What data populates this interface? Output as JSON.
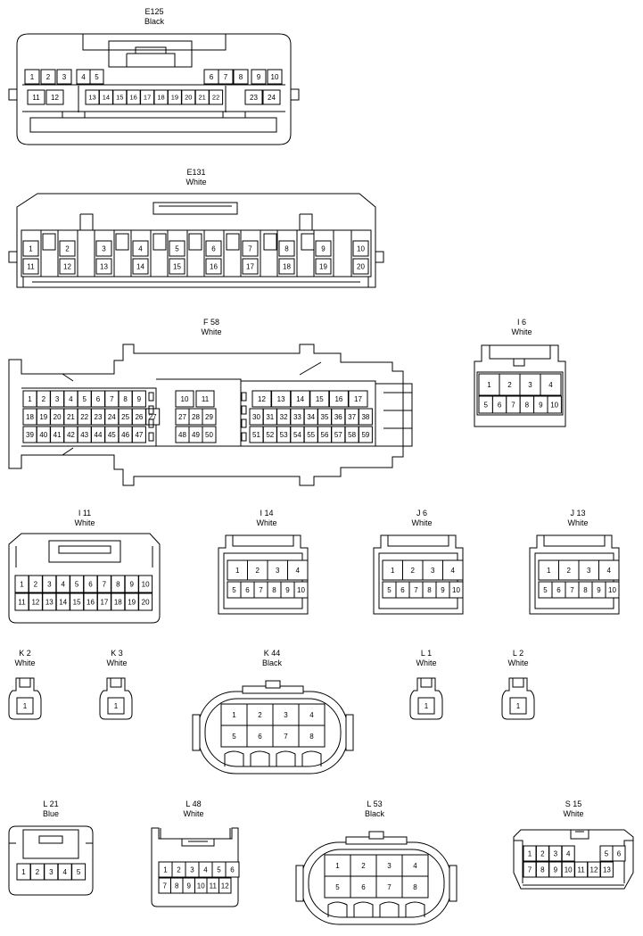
{
  "connectors": [
    {
      "id": "E125",
      "code": "E125",
      "color": "Black",
      "pins": [
        "1",
        "2",
        "3",
        "4",
        "5",
        "6",
        "7",
        "8",
        "9",
        "10",
        "11",
        "12",
        "13",
        "14",
        "15",
        "16",
        "17",
        "18",
        "19",
        "20",
        "21",
        "22",
        "23",
        "24"
      ]
    },
    {
      "id": "E131",
      "code": "E131",
      "color": "White",
      "pins": [
        "1",
        "2",
        "3",
        "4",
        "5",
        "6",
        "7",
        "8",
        "9",
        "10",
        "11",
        "12",
        "13",
        "14",
        "15",
        "16",
        "17",
        "18",
        "19",
        "20"
      ]
    },
    {
      "id": "F58",
      "code": "F 58",
      "color": "White",
      "pins": [
        "1",
        "2",
        "3",
        "4",
        "5",
        "6",
        "7",
        "8",
        "9",
        "10",
        "11",
        "12",
        "13",
        "14",
        "15",
        "16",
        "17",
        "18",
        "19",
        "20",
        "21",
        "22",
        "23",
        "24",
        "25",
        "26",
        "27",
        "28",
        "29",
        "30",
        "31",
        "32",
        "33",
        "34",
        "35",
        "36",
        "37",
        "38",
        "39",
        "40",
        "41",
        "42",
        "43",
        "44",
        "45",
        "46",
        "47",
        "48",
        "49",
        "50",
        "51",
        "52",
        "53",
        "54",
        "55",
        "56",
        "57",
        "58",
        "59"
      ]
    },
    {
      "id": "I6",
      "code": "I 6",
      "color": "White",
      "pins": [
        "1",
        "2",
        "3",
        "4",
        "5",
        "6",
        "7",
        "8",
        "9",
        "10"
      ]
    },
    {
      "id": "I11",
      "code": "I 11",
      "color": "White",
      "pins": [
        "1",
        "2",
        "3",
        "4",
        "5",
        "6",
        "7",
        "8",
        "9",
        "10",
        "11",
        "12",
        "13",
        "14",
        "15",
        "16",
        "17",
        "18",
        "19",
        "20"
      ]
    },
    {
      "id": "I14",
      "code": "I 14",
      "color": "White",
      "pins": [
        "1",
        "2",
        "3",
        "4",
        "5",
        "6",
        "7",
        "8",
        "9",
        "10"
      ]
    },
    {
      "id": "J6",
      "code": "J 6",
      "color": "White",
      "pins": [
        "1",
        "2",
        "3",
        "4",
        "5",
        "6",
        "7",
        "8",
        "9",
        "10"
      ]
    },
    {
      "id": "J13",
      "code": "J 13",
      "color": "White",
      "pins": [
        "1",
        "2",
        "3",
        "4",
        "5",
        "6",
        "7",
        "8",
        "9",
        "10"
      ]
    },
    {
      "id": "K2",
      "code": "K 2",
      "color": "White",
      "pins": [
        "1"
      ]
    },
    {
      "id": "K3",
      "code": "K 3",
      "color": "White",
      "pins": [
        "1"
      ]
    },
    {
      "id": "K44",
      "code": "K 44",
      "color": "Black",
      "pins": [
        "1",
        "2",
        "3",
        "4",
        "5",
        "6",
        "7",
        "8"
      ]
    },
    {
      "id": "L1",
      "code": "L 1",
      "color": "White",
      "pins": [
        "1"
      ]
    },
    {
      "id": "L2",
      "code": "L 2",
      "color": "White",
      "pins": [
        "1"
      ]
    },
    {
      "id": "L21",
      "code": "L 21",
      "color": "Blue",
      "pins": [
        "1",
        "2",
        "3",
        "4",
        "5"
      ]
    },
    {
      "id": "L48",
      "code": "L 48",
      "color": "White",
      "pins": [
        "1",
        "2",
        "3",
        "4",
        "5",
        "6",
        "7",
        "8",
        "9",
        "10",
        "11",
        "12"
      ]
    },
    {
      "id": "L53",
      "code": "L 53",
      "color": "Black",
      "pins": [
        "1",
        "2",
        "3",
        "4",
        "5",
        "6",
        "7",
        "8"
      ]
    },
    {
      "id": "S15",
      "code": "S 15",
      "color": "White",
      "pins": [
        "1",
        "2",
        "3",
        "4",
        "5",
        "6",
        "7",
        "8",
        "9",
        "10",
        "11",
        "12",
        "13"
      ]
    }
  ]
}
